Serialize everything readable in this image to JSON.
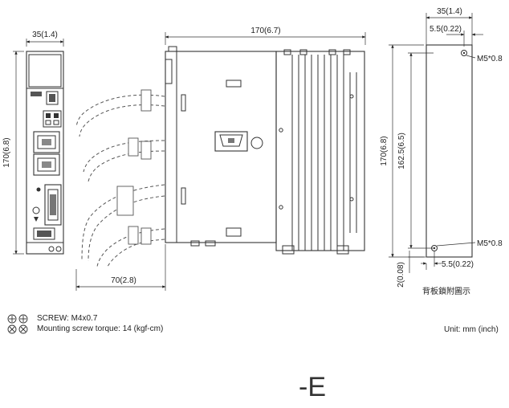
{
  "front_view": {
    "width_dim": "35(1.4)",
    "height_dim": "170(6.8)"
  },
  "side_view": {
    "depth_dim": "170(6.7)",
    "cable_dim": "70(2.8)"
  },
  "back_plate": {
    "width_dim": "35(1.4)",
    "top_offset_dim": "5.5(0.22)",
    "bottom_offset_dim": "5.5(0.22)",
    "height_dim": "170(6.8)",
    "hole_pitch_dim": "162.5(6.5)",
    "bottom_margin_dim": "2(0.08)",
    "screw_label_top": "M5*0.8",
    "screw_label_bottom": "M5*0.8",
    "caption": "背板鎖附圖示"
  },
  "notes": {
    "screw": "SCREW: M4x0.7",
    "torque": "Mounting screw torque: 14 (kgf-cm)",
    "unit": "Unit: mm (inch)"
  },
  "model_suffix": "-E"
}
